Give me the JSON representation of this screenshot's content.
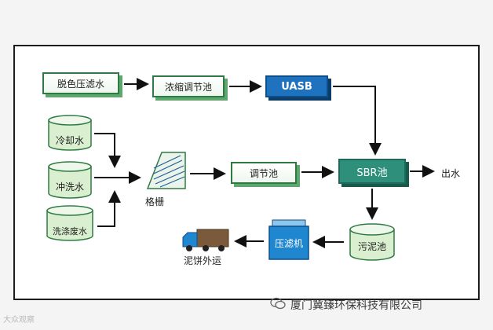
{
  "nodes": {
    "dewatering_water": "脱色压滤水",
    "concentrate_tank": "浓缩调节池",
    "uasb": "UASB",
    "cooling_water": "冷却水",
    "rinse_water": "冲洗水",
    "washing_waste_water": "洗涤废水",
    "screen": "格栅",
    "regulating_tank": "调节池",
    "sbr_tank": "SBR池",
    "effluent": "出水",
    "sludge_tank": "污泥池",
    "filter_press": "压滤机",
    "sludge_cake": "泥饼外运"
  },
  "watermarks": {
    "left": "大众观察",
    "company": "厦门冀臻环保科技有限公司"
  },
  "colors": {
    "green_border": "#2f7a44",
    "uasb_blue": "#1f72bd",
    "sbr_teal": "#2e8f7b",
    "tank_fill": "#d9efcf",
    "truck_cargo": "#7a5a3a"
  }
}
